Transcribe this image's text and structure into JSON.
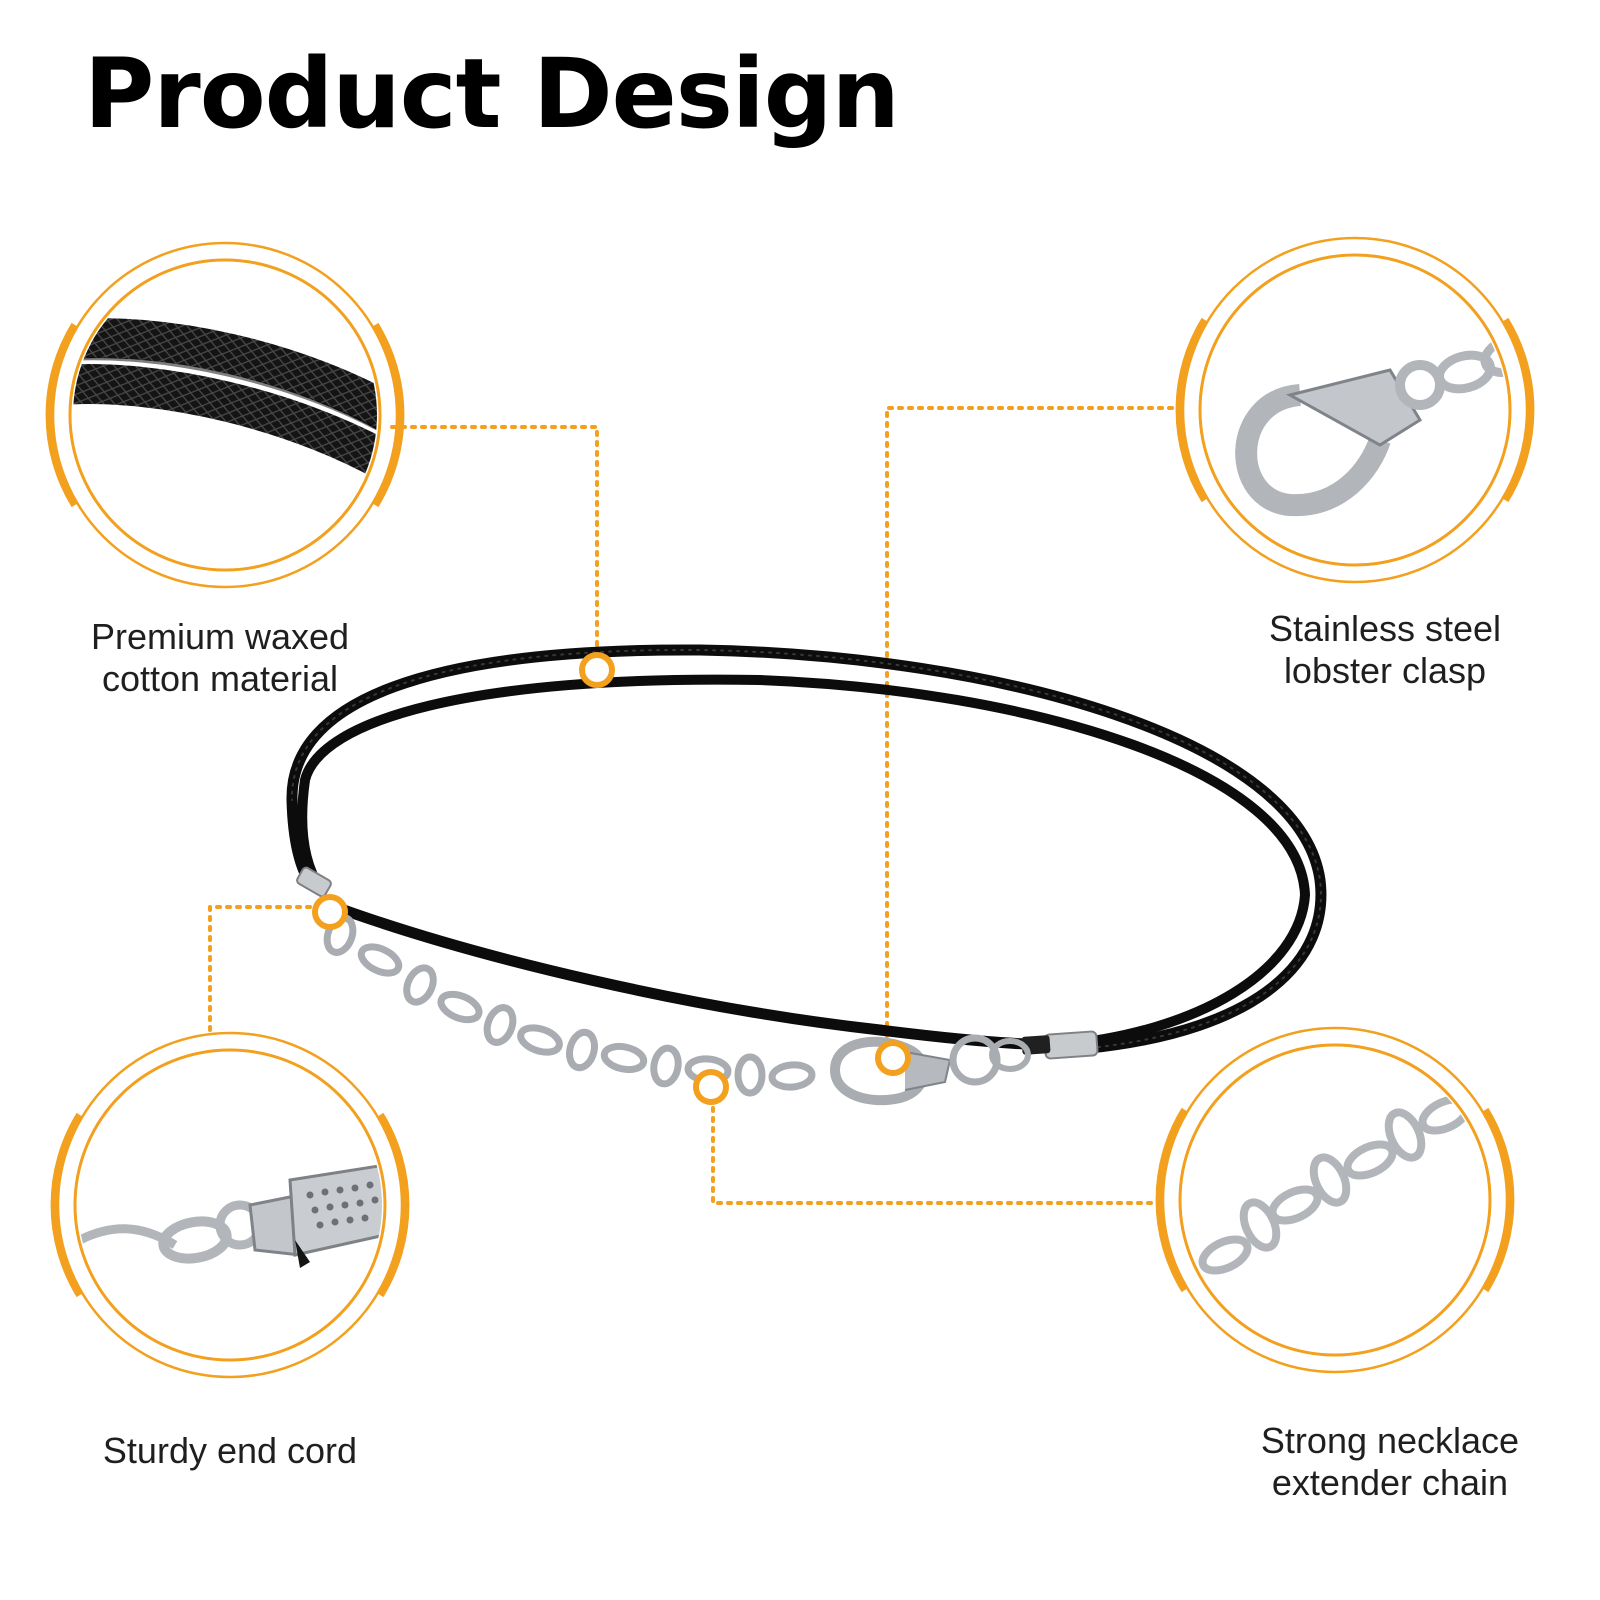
{
  "title": "Product Design",
  "accent_color": "#F2A01E",
  "cord_color": "#111111",
  "metal_color": "#B9BCC0",
  "callouts": [
    {
      "id": "material",
      "lines": [
        "Premium waxed",
        "cotton material"
      ],
      "icon": "waxed-cord-closeup-icon"
    },
    {
      "id": "clasp",
      "lines": [
        "Stainless steel",
        "lobster clasp"
      ],
      "icon": "lobster-clasp-closeup-icon"
    },
    {
      "id": "end",
      "lines": [
        "Sturdy end cord"
      ],
      "icon": "cord-end-crimp-closeup-icon"
    },
    {
      "id": "chain",
      "lines": [
        "Strong necklace",
        "extender chain"
      ],
      "icon": "extender-chain-closeup-icon"
    }
  ]
}
